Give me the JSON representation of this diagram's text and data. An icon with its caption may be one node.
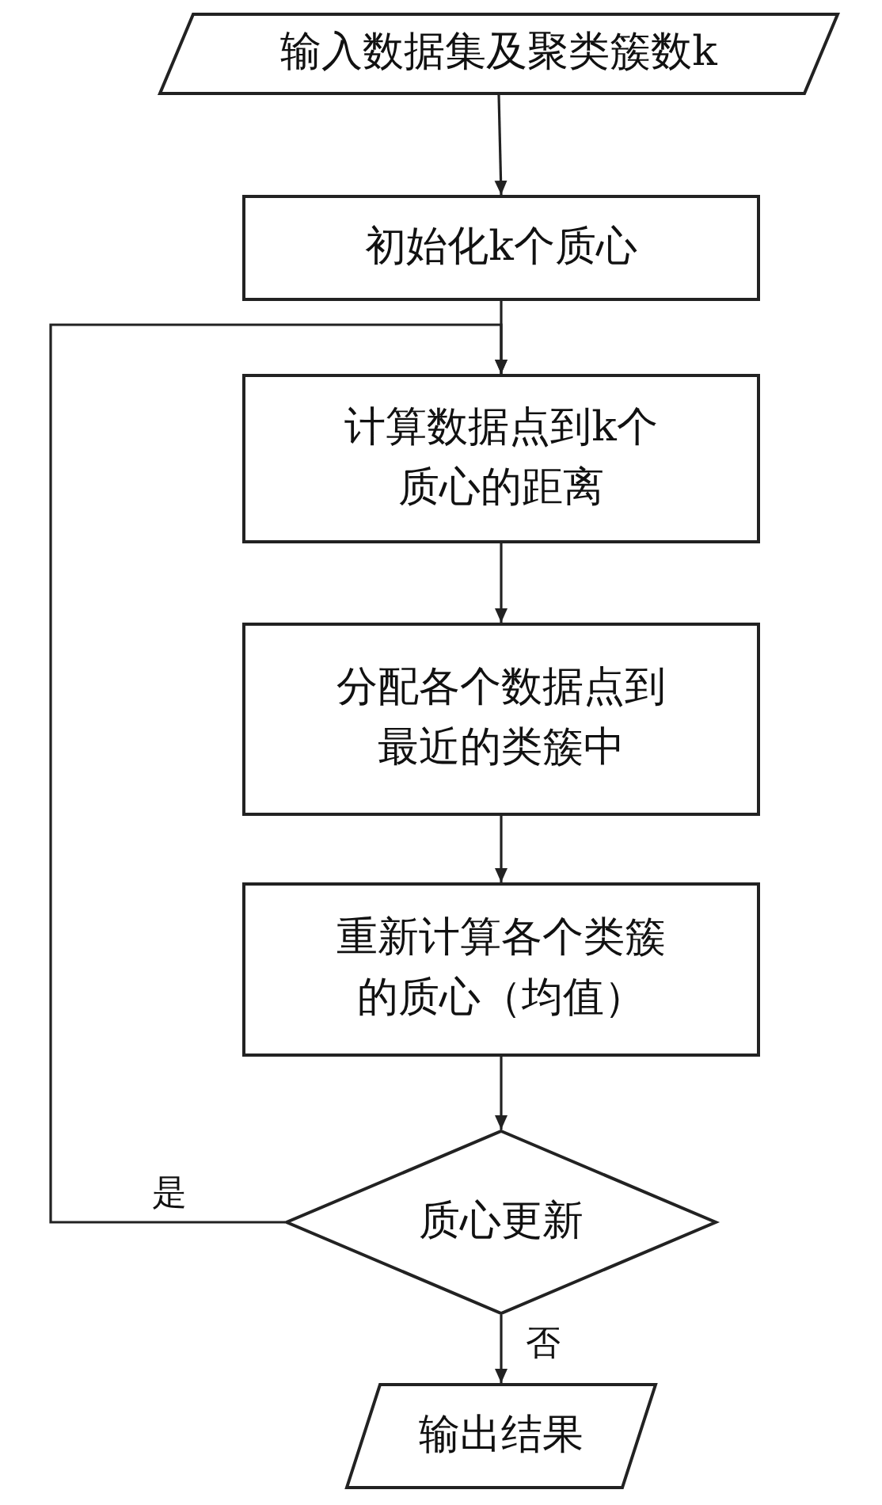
{
  "diagram": {
    "nodes": [
      {
        "text": [
          "输入数据集及聚类簇数k"
        ]
      },
      {
        "text": [
          "初始化k个质心"
        ]
      },
      {
        "text": [
          "计算数据点到k个质心的距离"
        ]
      },
      {
        "text": [
          "分配各个数据点到最近的类簇中"
        ]
      },
      {
        "text": [
          "重新计算各个类簇的质心（均值）"
        ]
      },
      {
        "text": [
          "质心更新"
        ]
      },
      {
        "text": [
          "输出结果"
        ]
      }
    ],
    "edges": [
      {
        "from": 0,
        "to": 1,
        "arrow": "to"
      },
      {
        "from": 1,
        "to": 2,
        "arrow": "to"
      },
      {
        "from": 2,
        "to": 3,
        "arrow": "to"
      },
      {
        "from": 3,
        "to": 4,
        "arrow": "to"
      },
      {
        "from": 4,
        "to": 5,
        "arrow": "to"
      },
      {
        "from": 5,
        "to": 2,
        "arrow": "to",
        "label": "是"
      },
      {
        "from": 5,
        "to": 6,
        "arrow": "to",
        "label": "否"
      }
    ]
  }
}
